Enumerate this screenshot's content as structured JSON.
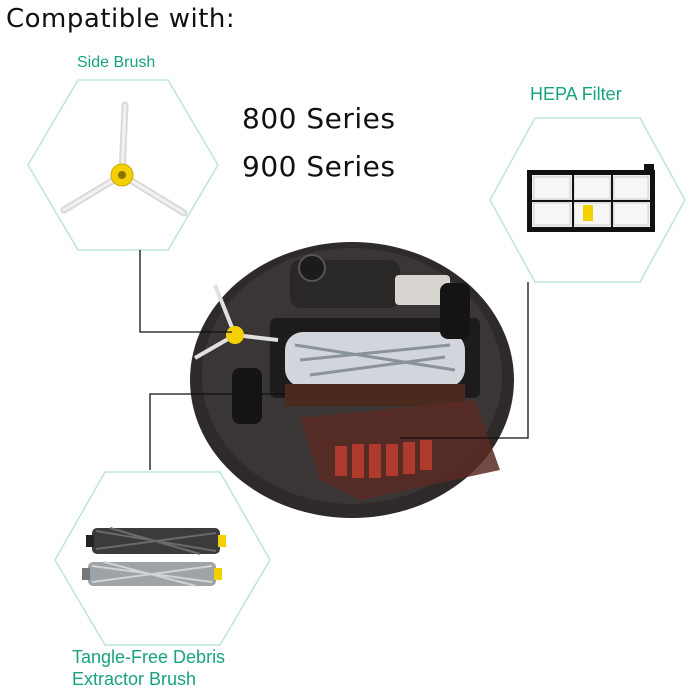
{
  "header": {
    "title": "Compatible with:"
  },
  "series": {
    "line1": "800 Series",
    "line2": "900 Series"
  },
  "parts": {
    "side_brush_label": "Side Brush",
    "hepa_filter_label": "HEPA Filter",
    "extractor_brush_label_line1": "Tangle-Free Debris",
    "extractor_brush_label_line2": "Extractor Brush"
  },
  "colors": {
    "accent": "#18a37f",
    "hexagon_outline": "#bfe5d8",
    "text": "#111111"
  },
  "icons": [
    "side-brush-icon",
    "hepa-filter-icon",
    "extractor-brush-icon",
    "robot-vacuum-image"
  ]
}
